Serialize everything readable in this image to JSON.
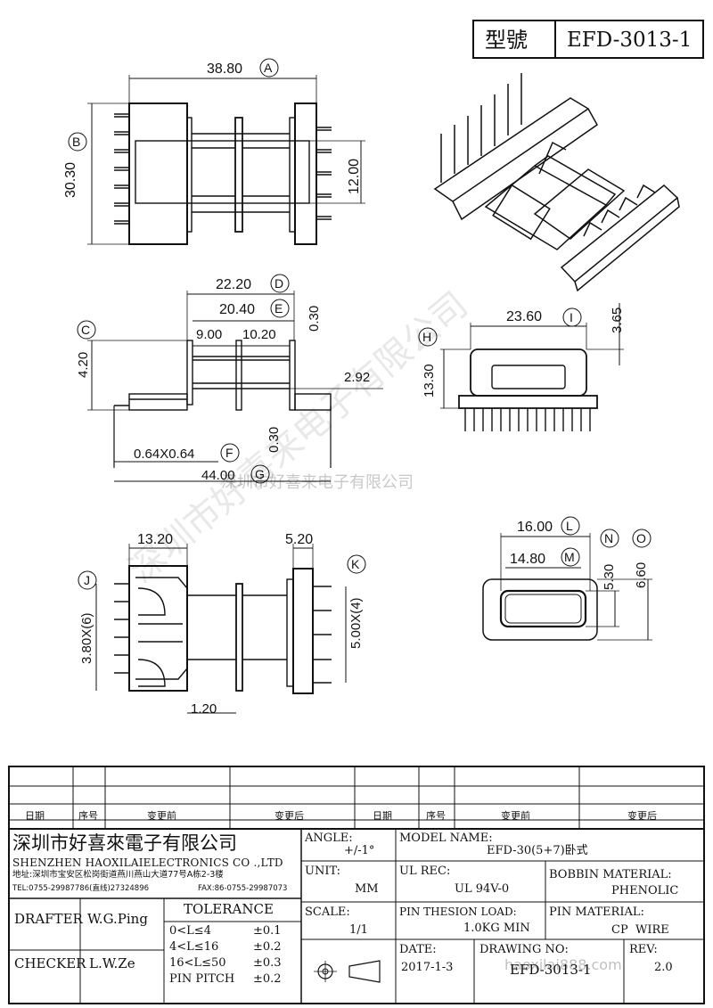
{
  "title_block": {
    "model_label": "型號",
    "model_value": "EFD-3013-1"
  },
  "dimensions": {
    "A": "38.80",
    "B": "30.30",
    "h12": "12.00",
    "D": "22.20",
    "E": "20.40",
    "d900": "9.00",
    "d1020": "10.20",
    "d030a": "0.30",
    "C": "4.20",
    "d292": "2.92",
    "d030b": "0.30",
    "F": "0.64X0.64",
    "G": "44.00",
    "I": "23.60",
    "d365": "3.65",
    "H": "13.30",
    "d1320": "13.20",
    "d520": "5.20",
    "J": "3.80X(6)",
    "K": "5.00X(4)",
    "d120": "1.20",
    "L": "16.00",
    "M": "14.80",
    "N": "5.30",
    "O": "6.60"
  },
  "letters": {
    "A": "A",
    "B": "B",
    "C": "C",
    "D": "D",
    "E": "E",
    "F": "F",
    "G": "G",
    "H": "H",
    "I": "I",
    "J": "J",
    "K": "K",
    "L": "L",
    "M": "M",
    "N": "N",
    "O": "O"
  },
  "watermarks": {
    "diag": "深圳市好喜来电子有限公司",
    "horiz": "深圳市好喜来电子有限公司"
  },
  "revision_table": {
    "headers": [
      "日期",
      "序号",
      "变更前",
      "变更后",
      "日期",
      "序号",
      "变更前",
      "变更后"
    ]
  },
  "company": {
    "name_cn": "深圳市好喜來電子有限公司",
    "name_en": "SHENZHEN HAOXILAIELECTRONICS CO .,LTD",
    "address": "地址:深圳市宝安区松岗街道燕川燕山大道77号A栋2-3楼",
    "tel": "TEL:0755-29987786(直线)27324896",
    "fax": "FAX:86-0755-29987073"
  },
  "fields": {
    "angle_label": "ANGLE:",
    "angle_value": "+/-1°",
    "model_name_label": "MODEL NAME:",
    "model_name_value": "EFD-30(5+7)卧式",
    "unit_label": "UNIT:",
    "unit_value": "MM",
    "ul_label": "UL REC:",
    "ul_value": "UL 94V-0",
    "bobbin_label": "BOBBIN MATERIAL:",
    "bobbin_value": "PHENOLIC",
    "scale_label": "SCALE:",
    "scale_value": "1/1",
    "pin_load_label": "PIN THESION LOAD:",
    "pin_load_value": "1.0KG MIN",
    "pin_material_label": "PIN MATERIAL:",
    "pin_material_value": "CP  WIRE",
    "date_label": "DATE:",
    "date_value": "2017-1-3",
    "drawing_no_label": "DRAWING NO:",
    "drawing_no_value": "EFD-3013-1",
    "rev_label": "REV:",
    "rev_value": "2.0",
    "website": "haoxilai888.com"
  },
  "people": {
    "drafter_label": "DRAFTER",
    "drafter_value": "W.G.Ping",
    "checker_label": "CHECKER",
    "checker_value": "L.W.Ze"
  },
  "tolerance": {
    "title": "TOLERANCE",
    "rows": [
      {
        "range": "0<L≤4",
        "value": "±0.1"
      },
      {
        "range": "4<L≤16",
        "value": "±0.2"
      },
      {
        "range": "16<L≤50",
        "value": "±0.3"
      },
      {
        "range": "PIN PITCH",
        "value": "±0.2"
      }
    ]
  }
}
